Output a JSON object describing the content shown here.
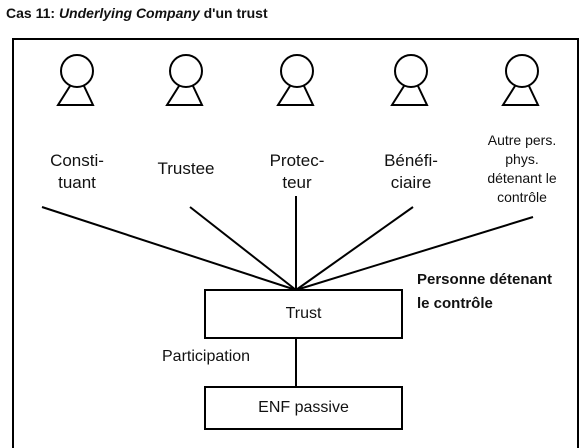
{
  "title": {
    "prefix": "Cas 11: ",
    "italic": "Underlying Company",
    "suffix": " d'un trust"
  },
  "persons": [
    {
      "label": "Consti-\ntuant",
      "icon": "person-icon"
    },
    {
      "label": "Trustee",
      "icon": "person-icon"
    },
    {
      "label": "Protec-\nteur",
      "icon": "person-icon"
    },
    {
      "label": "Bénéfi-\nciaire",
      "icon": "person-icon"
    },
    {
      "label": "Autre pers.\nphys.\ndétenant le\ncontrôle",
      "icon": "person-icon"
    }
  ],
  "trust_box": {
    "label": "Trust"
  },
  "enf_box": {
    "label": "ENF passive"
  },
  "control_annotation": "Personne détenant\nle contrôle",
  "participation_label": "Participation"
}
